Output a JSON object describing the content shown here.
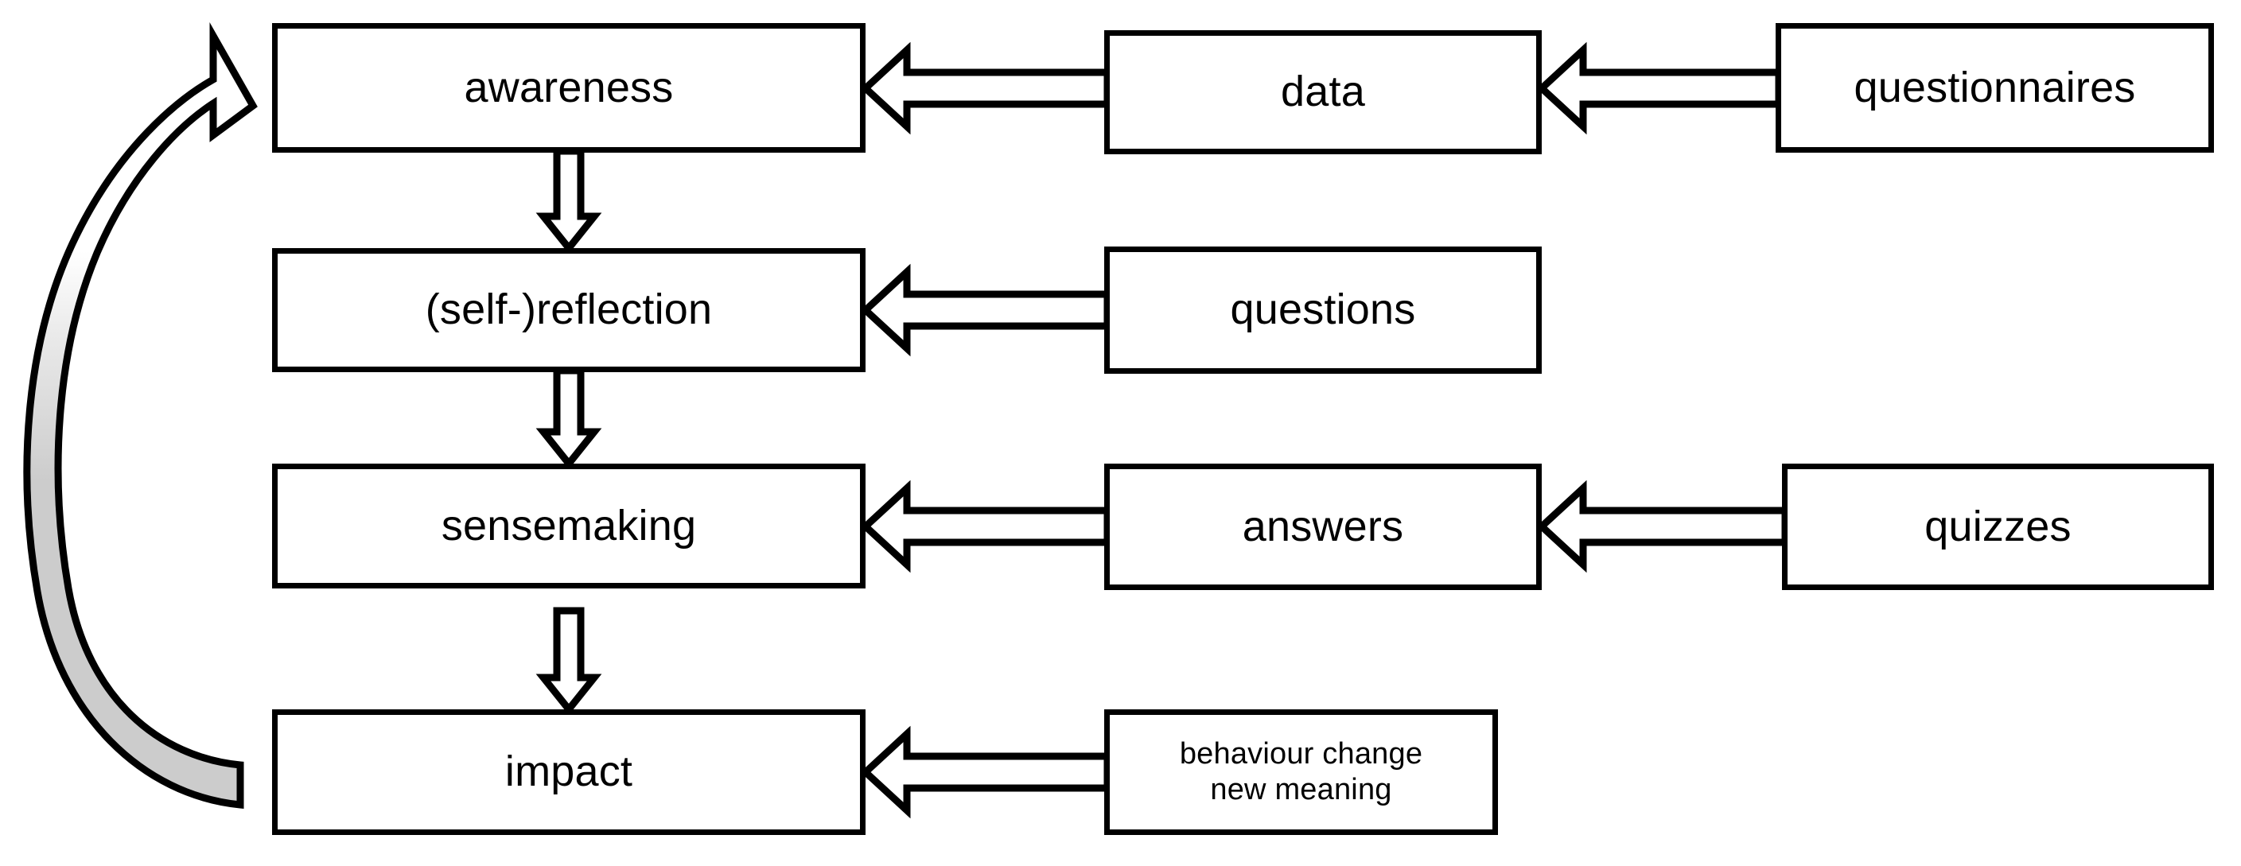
{
  "diagram": {
    "title": "awareness - reflection - sensemaking - impact feedback loop",
    "type": "flow-diagram",
    "background_color": "#ffffff",
    "stroke_color": "#000000",
    "fill_color": "#ffffff",
    "feedback_arrow_fill": "#cccccc",
    "nodes": [
      {
        "id": "awareness",
        "label": "awareness",
        "column": "left",
        "row": 1
      },
      {
        "id": "data",
        "label": "data",
        "column": "middle",
        "row": 1
      },
      {
        "id": "questionnaires",
        "label": "questionnaires",
        "column": "right",
        "row": 1
      },
      {
        "id": "reflection",
        "label": "(self-)reflection",
        "column": "left",
        "row": 2
      },
      {
        "id": "questions",
        "label": "questions",
        "column": "middle",
        "row": 2
      },
      {
        "id": "sensemaking",
        "label": "sensemaking",
        "column": "left",
        "row": 3
      },
      {
        "id": "answers",
        "label": "answers",
        "column": "middle",
        "row": 3
      },
      {
        "id": "quizzes",
        "label": "quizzes",
        "column": "right",
        "row": 3
      },
      {
        "id": "impact",
        "label": "impact",
        "column": "left",
        "row": 4
      },
      {
        "id": "behaviour",
        "label": "behaviour change\nnew meaning",
        "column": "middle",
        "row": 4
      }
    ],
    "edges": [
      {
        "from": "data",
        "to": "awareness",
        "style": "block-arrow",
        "direction": "left"
      },
      {
        "from": "questionnaires",
        "to": "data",
        "style": "block-arrow",
        "direction": "left"
      },
      {
        "from": "questions",
        "to": "reflection",
        "style": "block-arrow",
        "direction": "left"
      },
      {
        "from": "answers",
        "to": "sensemaking",
        "style": "block-arrow",
        "direction": "left"
      },
      {
        "from": "quizzes",
        "to": "answers",
        "style": "block-arrow",
        "direction": "left"
      },
      {
        "from": "behaviour",
        "to": "impact",
        "style": "block-arrow",
        "direction": "left"
      },
      {
        "from": "awareness",
        "to": "reflection",
        "style": "block-arrow",
        "direction": "down"
      },
      {
        "from": "reflection",
        "to": "sensemaking",
        "style": "block-arrow",
        "direction": "down"
      },
      {
        "from": "sensemaking",
        "to": "impact",
        "style": "block-arrow",
        "direction": "down"
      },
      {
        "from": "impact",
        "to": "awareness",
        "style": "curved-block-arrow",
        "direction": "up-left-loop"
      }
    ]
  }
}
